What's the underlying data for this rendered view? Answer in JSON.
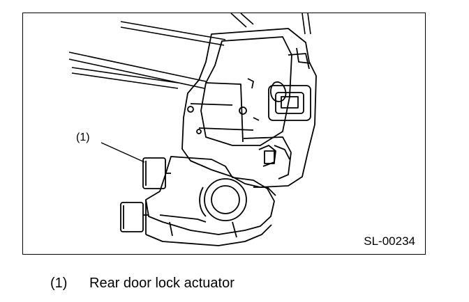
{
  "figure": {
    "callout_label": "(1)",
    "figure_code": "SL-00234"
  },
  "legend": [
    {
      "number": "(1)",
      "text": "Rear door lock actuator"
    }
  ],
  "colors": {
    "ink": "#000000",
    "background": "#ffffff"
  }
}
